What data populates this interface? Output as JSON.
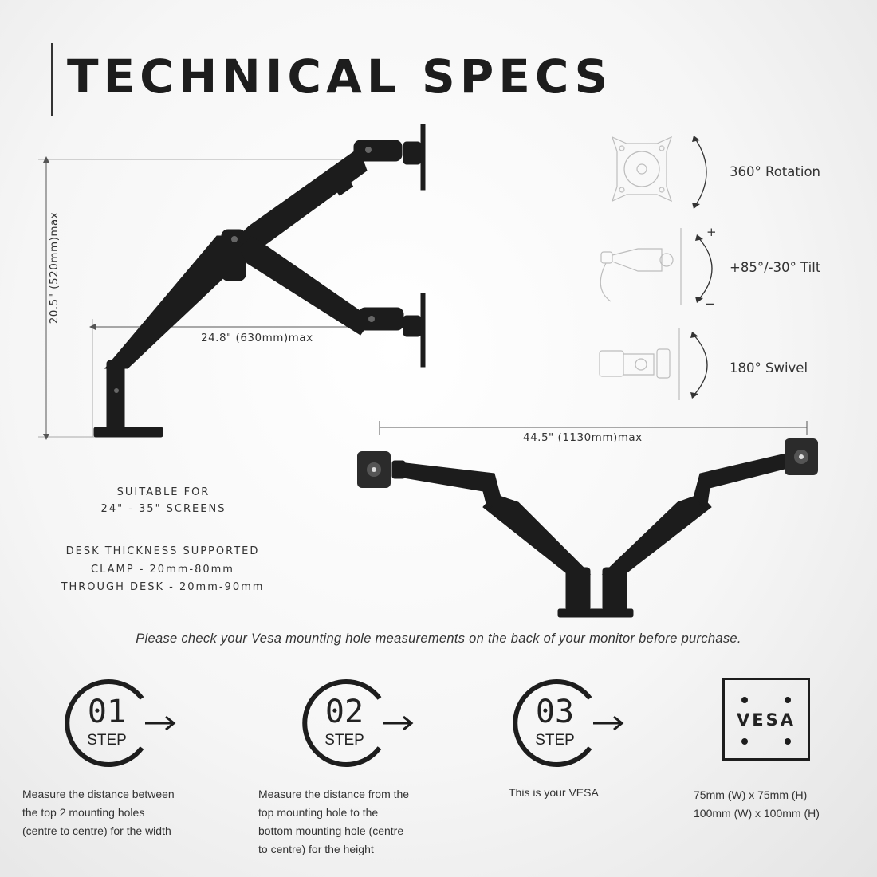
{
  "header": {
    "title": "TECHNICAL SPECS"
  },
  "dimensions": {
    "height": "20.5\" (520mm)max",
    "reach": "24.8\" (630mm)max",
    "span": "44.5\" (1130mm)max"
  },
  "features": [
    {
      "label": "360° Rotation",
      "icon": "rotation-icon"
    },
    {
      "label": "+85°/-30° Tilt",
      "icon": "tilt-icon",
      "plus": "+",
      "minus": "−"
    },
    {
      "label": "180° Swivel",
      "icon": "swivel-icon"
    }
  ],
  "specs": {
    "suitable_line1": "SUITABLE FOR",
    "suitable_line2": "24\" - 35\" SCREENS",
    "desk_line1": "DESK THICKNESS SUPPORTED",
    "desk_line2": "CLAMP - 20mm-80mm",
    "desk_line3": "THROUGH DESK - 20mm-90mm"
  },
  "note": "Please check your Vesa mounting hole measurements on the back of your monitor before purchase.",
  "steps": [
    {
      "number": "01",
      "word": "STEP",
      "lines": [
        "Measure the distance between",
        "the top 2 mounting holes",
        "(centre to centre) for the width"
      ]
    },
    {
      "number": "02",
      "word": "STEP",
      "lines": [
        "Measure the distance from the",
        "top mounting hole to the",
        "bottom mounting hole (centre",
        "to centre) for the height"
      ]
    },
    {
      "number": "03",
      "word": "STEP",
      "lines": [
        "This is your VESA"
      ]
    }
  ],
  "vesa": {
    "badge": "VESA",
    "sizes": [
      "75mm (W) x 75mm (H)",
      "100mm (W) x 100mm (H)"
    ]
  },
  "colors": {
    "arm": "#1c1c1c",
    "text": "#333333",
    "background": "#f6f6f6"
  }
}
